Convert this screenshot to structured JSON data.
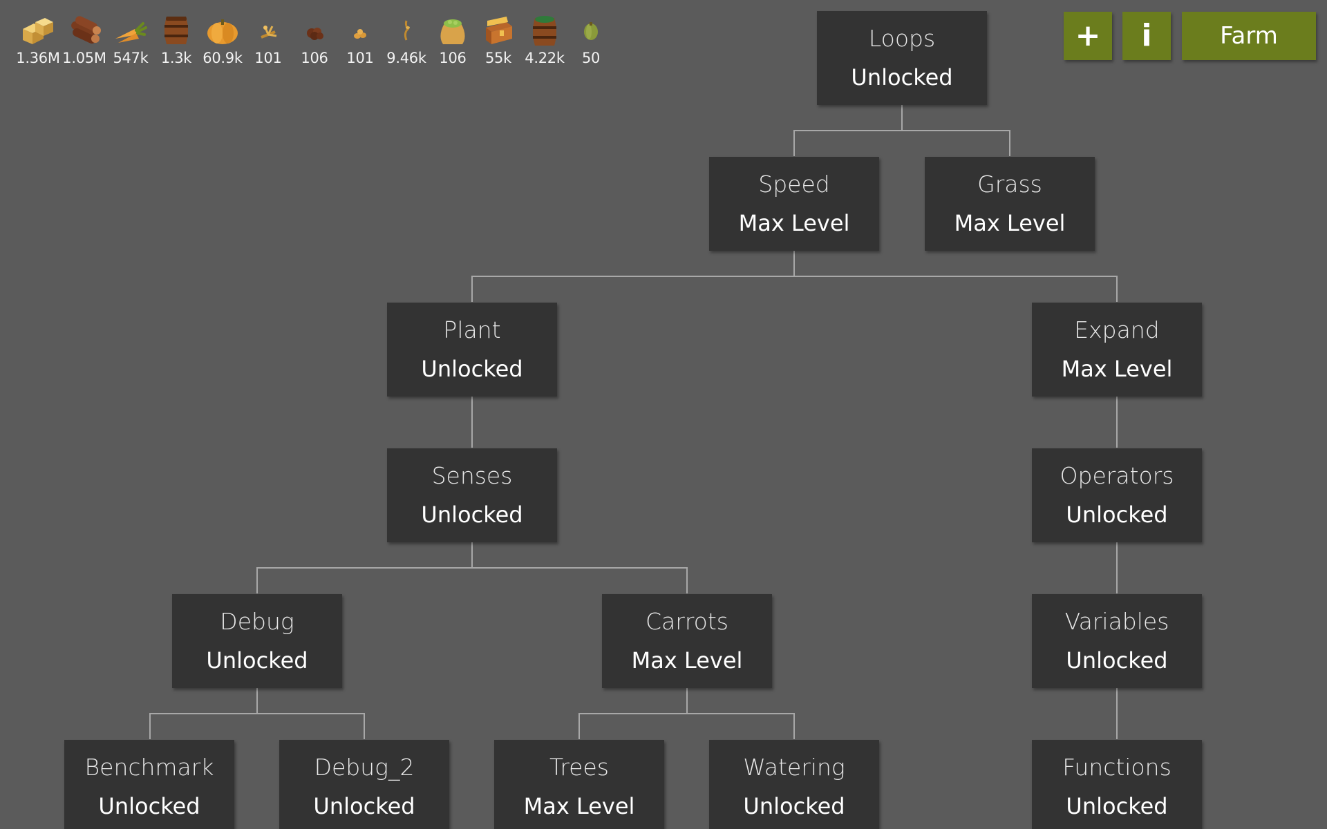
{
  "resources": [
    {
      "name": "hay-icon",
      "count": "1.36M"
    },
    {
      "name": "wood-icon",
      "count": "1.05M"
    },
    {
      "name": "carrot-icon",
      "count": "547k"
    },
    {
      "name": "barrel-icon",
      "count": "1.3k"
    },
    {
      "name": "pumpkin-icon",
      "count": "60.9k"
    },
    {
      "name": "small-plant-icon",
      "count": "101"
    },
    {
      "name": "cocoa-icon",
      "count": "106"
    },
    {
      "name": "seeds-icon",
      "count": "101"
    },
    {
      "name": "sprout-icon",
      "count": "9.46k"
    },
    {
      "name": "sack-icon",
      "count": "106"
    },
    {
      "name": "treasure-chest-icon",
      "count": "55k"
    },
    {
      "name": "water-barrel-icon",
      "count": "4.22k"
    },
    {
      "name": "cactus-icon",
      "count": "50"
    }
  ],
  "buttons": {
    "add_glyph": "+",
    "info_glyph": "i",
    "farm_label": "Farm"
  },
  "nodes": {
    "loops": {
      "title": "Loops",
      "status": "Unlocked"
    },
    "speed": {
      "title": "Speed",
      "status": "Max Level"
    },
    "grass": {
      "title": "Grass",
      "status": "Max Level"
    },
    "plant": {
      "title": "Plant",
      "status": "Unlocked"
    },
    "expand": {
      "title": "Expand",
      "status": "Max Level"
    },
    "senses": {
      "title": "Senses",
      "status": "Unlocked"
    },
    "operators": {
      "title": "Operators",
      "status": "Unlocked"
    },
    "debug": {
      "title": "Debug",
      "status": "Unlocked"
    },
    "carrots": {
      "title": "Carrots",
      "status": "Max Level"
    },
    "variables": {
      "title": "Variables",
      "status": "Unlocked"
    },
    "benchmark": {
      "title": "Benchmark",
      "status": "Unlocked"
    },
    "debug_2": {
      "title": "Debug_2",
      "status": "Unlocked"
    },
    "trees": {
      "title": "Trees",
      "status": "Max Level"
    },
    "watering": {
      "title": "Watering",
      "status": "Unlocked"
    },
    "functions": {
      "title": "Functions",
      "status": "Unlocked"
    }
  },
  "colors": {
    "background": "#5b5b5b",
    "node": "#333333",
    "button": "#6b7d1d",
    "connector": "#a8a8a8"
  }
}
